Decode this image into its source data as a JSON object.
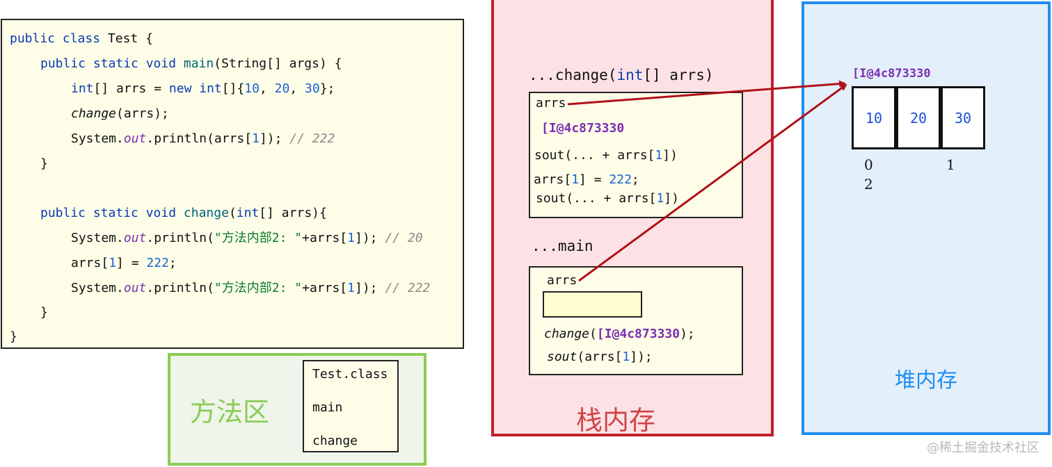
{
  "code": {
    "l1": {
      "a": "public class ",
      "b": "Test {"
    },
    "l2": {
      "a": "public static void ",
      "b": "main",
      "c": "(String[] args) {"
    },
    "l3": {
      "a": "int",
      "b": "[] arrs = ",
      "c": "new ",
      "d": "int",
      "e": "[]{",
      "f": "10",
      "g": ", ",
      "h": "20",
      "i": ", ",
      "j": "30",
      "k": "};"
    },
    "l4": {
      "a": "change",
      "b": "(arrs);"
    },
    "l5": {
      "a": "System.",
      "b": "out",
      "c": ".println(arrs[",
      "d": "1",
      "e": "]); ",
      "f": "// 222"
    },
    "l6": "}",
    "l7": {
      "a": "public static void ",
      "b": "change",
      "c": "(",
      "d": "int",
      "e": "[] arrs){"
    },
    "l8": {
      "a": "System.",
      "b": "out",
      "c": ".println(",
      "d": "\"方法内部2: \"",
      "e": "+arrs[",
      "f": "1",
      "g": "]); ",
      "h": "// 20"
    },
    "l9": {
      "a": "arrs[",
      "b": "1",
      "c": "] = ",
      "d": "222",
      "e": ";"
    },
    "l10": {
      "a": "System.",
      "b": "out",
      "c": ".println(",
      "d": "\"方法内部2: \"",
      "e": "+arrs[",
      "f": "1",
      "g": "]); ",
      "h": "// 222"
    },
    "l11": "}",
    "l12": "}"
  },
  "method_area": {
    "label": "方法区",
    "items": [
      "Test.class",
      "main",
      "change"
    ]
  },
  "stack": {
    "label": "栈内存",
    "change_frame": {
      "title_a": "...change(",
      "title_b": "int",
      "title_c": "[] arrs)",
      "var": "arrs",
      "ref": "[I@4c873330",
      "line1_a": "sout(... + arrs[",
      "line1_b": "1",
      "line1_c": "])",
      "line2_a": "arrs[",
      "line2_b": "1",
      "line2_c": "] = ",
      "line2_d": "222",
      "line2_e": ";",
      "line3_a": "sout(... + arrs[",
      "line3_b": "1",
      "line3_c": "])"
    },
    "main_frame": {
      "title": "...main",
      "var": "arrs",
      "call_a": "change",
      "call_b": "(",
      "call_ref": "[I@4c873330",
      "call_c": ");",
      "sout_a": "sout",
      "sout_b": "(arrs[",
      "sout_c": "1",
      "sout_d": "]);"
    }
  },
  "heap": {
    "label": "堆内存",
    "address": "[I@4c873330",
    "values": [
      "10",
      "20",
      "30"
    ],
    "indices": [
      "0",
      "1",
      "2"
    ]
  },
  "colors": {
    "method_area_border": "#8ccc55",
    "stack_border": "#c0202a",
    "heap_border": "#1f8ef0",
    "arrow": "#b01018",
    "reference": "#7a2fb0"
  },
  "watermark": "@稀土掘金技术社区"
}
